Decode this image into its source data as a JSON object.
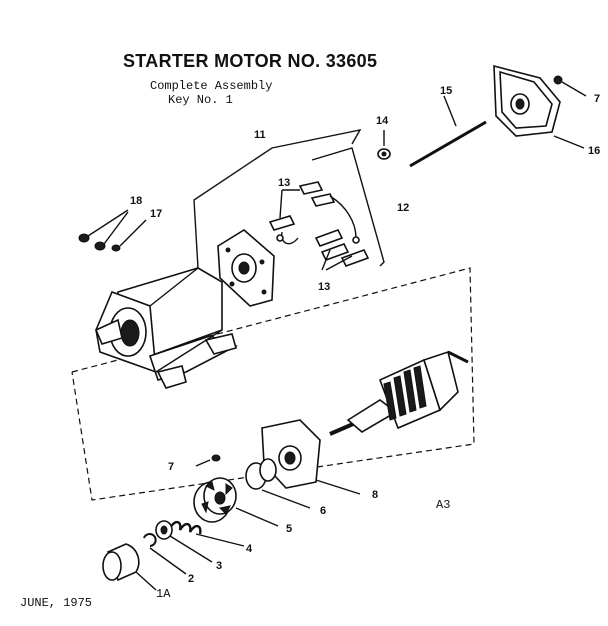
{
  "header": {
    "title": "STARTER MOTOR NO. 33605",
    "subtitle_line1": "Complete Assembly",
    "subtitle_line2": "Key No. 1"
  },
  "footer": {
    "date": "JUNE, 1975",
    "code": "A3"
  },
  "callouts": {
    "c1a": "1A",
    "c2": "2",
    "c3": "3",
    "c4": "4",
    "c5": "5",
    "c6": "6",
    "c7_top": "7",
    "c7_left": "7",
    "c8": "8",
    "c11": "11",
    "c12": "12",
    "c13_top": "13",
    "c13_bottom": "13",
    "c14": "14",
    "c15": "15",
    "c16": "16",
    "c17": "17",
    "c18": "18"
  }
}
